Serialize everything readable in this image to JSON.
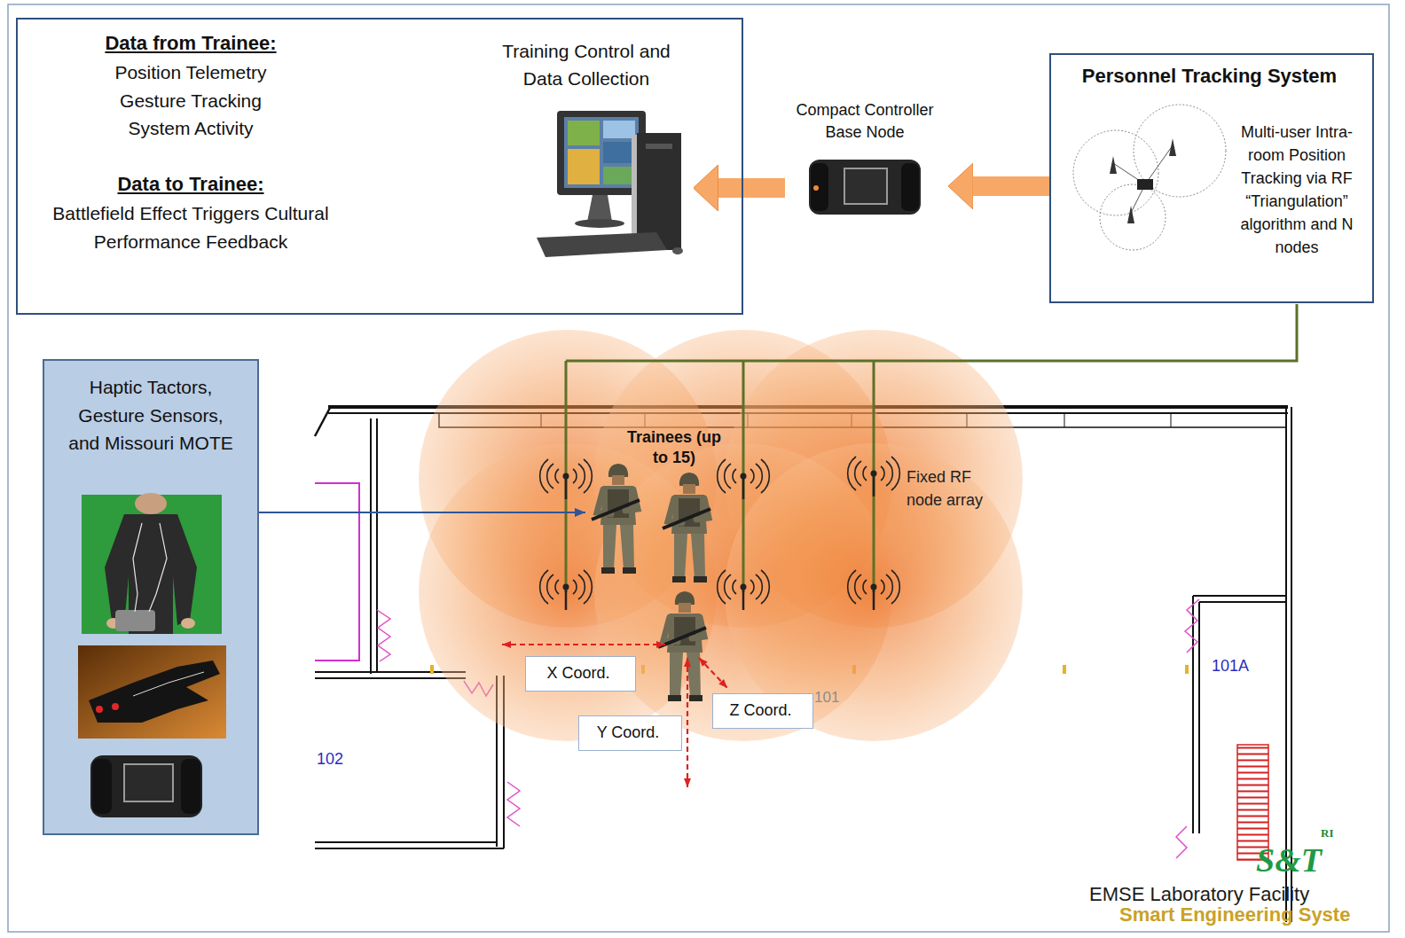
{
  "diagram": {
    "nodes": [
      {
        "text": [
          "Data from Trainee:",
          "Position Telemetry Gesture Tracking System Activity",
          "Data to Trainee:",
          "Battlefield Effect Triggers Cultural Performance Feedback"
        ]
      },
      {
        "text": [
          "Training Control and Data Collection"
        ],
        "in": 0
      },
      {
        "text": [
          "Compact Controller Base Node"
        ]
      },
      {
        "text": [
          "Personnel Tracking System",
          "Multi-user Intra-room Position Tracking via RF “Triangulation” algorithm and N nodes"
        ]
      },
      {
        "text": [
          "Haptic Tactors, Gesture Sensors, and Missouri MOTE"
        ]
      },
      {
        "text": [
          "Trainees (up to 15)"
        ]
      },
      {
        "text": [
          "X Coord."
        ]
      },
      {
        "text": [
          "Z Coord."
        ]
      },
      {
        "text": [
          "Y Coord."
        ]
      }
    ],
    "edges": [
      {
        "from": 2,
        "to": 1,
        "arrow": "to"
      },
      {
        "from": 3,
        "to": 2,
        "arrow": "to"
      },
      {
        "from": 4,
        "to": 5,
        "arrow": "to"
      }
    ],
    "labels": [
      "Fixed RF node array",
      "102",
      "101",
      "101A",
      "RI",
      "S&T",
      "EMSE Laboratory Facility",
      "Smart Engineering Syste"
    ]
  }
}
